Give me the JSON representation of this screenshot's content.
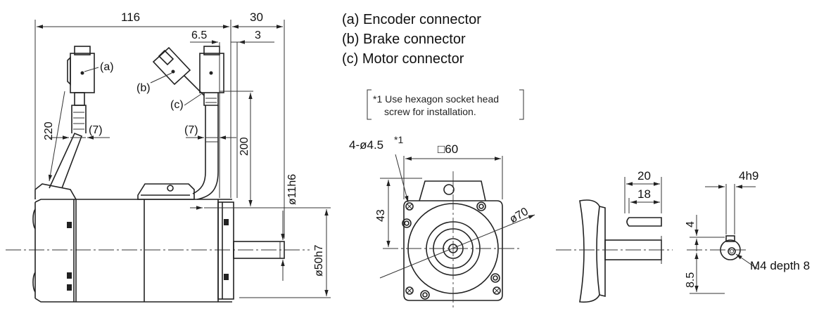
{
  "legend": {
    "a": "(a) Encoder connector",
    "b": "(b) Brake connector",
    "c": "(c) Motor connector"
  },
  "note": {
    "line1": "*1 Use hexagon socket head",
    "line2": "screw for installation."
  },
  "side_view": {
    "dim_116": "116",
    "dim_30": "30",
    "dim_6_5": "6.5",
    "dim_3": "3",
    "dim_220": "220",
    "dim_200": "200",
    "dim_7a": "(7)",
    "dim_7b": "(7)",
    "dia_shaft": "ø11h6",
    "dia_pilot": "ø50h7",
    "label_a": "(a)",
    "label_b": "(b)",
    "label_c": "(c)"
  },
  "front_view": {
    "holes": "4-ø4.5",
    "holes_note": "*1",
    "square": "□60",
    "dim_43": "43",
    "pcd": "ø70"
  },
  "shaft_view": {
    "dim_20": "20",
    "dim_18": "18"
  },
  "end_view": {
    "key": "4h9",
    "dim_4": "4",
    "dim_8_5": "8.5",
    "tap": "M4 depth 8"
  }
}
